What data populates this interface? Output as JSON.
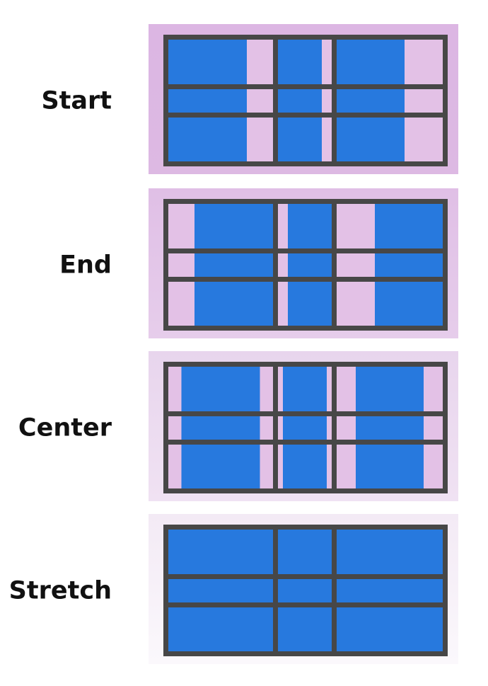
{
  "colors": {
    "grid_line": "#474747",
    "item_fill": "#2779de",
    "track_fill": "#e3c1e6",
    "label_text": "#111111"
  },
  "panels": [
    {
      "label": "Start",
      "alignment": "start",
      "background_gradient": [
        "#dcb6e3",
        "#ddb9e3"
      ]
    },
    {
      "label": "End",
      "alignment": "end",
      "background_gradient": [
        "#e0bfe6",
        "#e6cdeb"
      ]
    },
    {
      "label": "Center",
      "alignment": "center",
      "background_gradient": [
        "#e8d5ed",
        "#f0e2f3"
      ]
    },
    {
      "label": "Stretch",
      "alignment": "stretch",
      "background_gradient": [
        "#f3eaf5",
        "#fbf8fc"
      ]
    }
  ]
}
